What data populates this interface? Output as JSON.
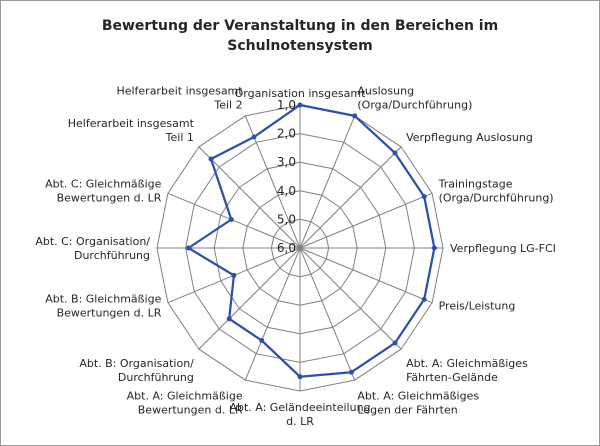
{
  "chart_data": {
    "type": "radar",
    "title_lines": [
      "Bewertung der Veranstaltung in den Bereichen im",
      "Schulnotensystem"
    ],
    "axis_direction": "reversed",
    "range": [
      1.0,
      6.0
    ],
    "ticks": [
      "1,0",
      "2,0",
      "3,0",
      "4,0",
      "5,0",
      "6,0"
    ],
    "tick_values": [
      1,
      2,
      3,
      4,
      5,
      6
    ],
    "series_color": "#2e4fb0",
    "grid_color": "#808080",
    "categories": [
      [
        "Organisation insgesamt"
      ],
      [
        "Auslosung",
        "(Orga/Durchführung)"
      ],
      [
        "Verpflegung Auslosung"
      ],
      [
        "Trainingstage",
        "(Orga/Durchführung)"
      ],
      [
        "Verpflegung LG-FCI"
      ],
      [
        "Preis/Leistung"
      ],
      [
        "Abt. A: Gleichmäßiges",
        "Fährten-Gelände"
      ],
      [
        "Abt. A: Gleichmäßiges",
        "Legen der Fährten"
      ],
      [
        "Abt. A: Geländeeinteilung",
        "d. LR"
      ],
      [
        "Abt. A: Gleichmäßige",
        "Bewertungen d. LR"
      ],
      [
        "Abt. B: Organisation/",
        "Durchführung"
      ],
      [
        "Abt. B: Gleichmäßige",
        "Bewertungen d. LR"
      ],
      [
        "Abt. C: Organisation/",
        "Durchführung"
      ],
      [
        "Abt. C: Gleichmäßige",
        "Bewertungen d. LR"
      ],
      [
        "Helferarbeit insgesamt",
        "Teil 1"
      ],
      [
        "Helferarbeit insgesamt",
        "Teil 2"
      ]
    ],
    "values": [
      1.0,
      1.0,
      1.3,
      1.3,
      1.3,
      1.3,
      1.3,
      1.3,
      1.5,
      2.5,
      2.5,
      3.5,
      2.1,
      3.4,
      1.6,
      1.8
    ]
  }
}
